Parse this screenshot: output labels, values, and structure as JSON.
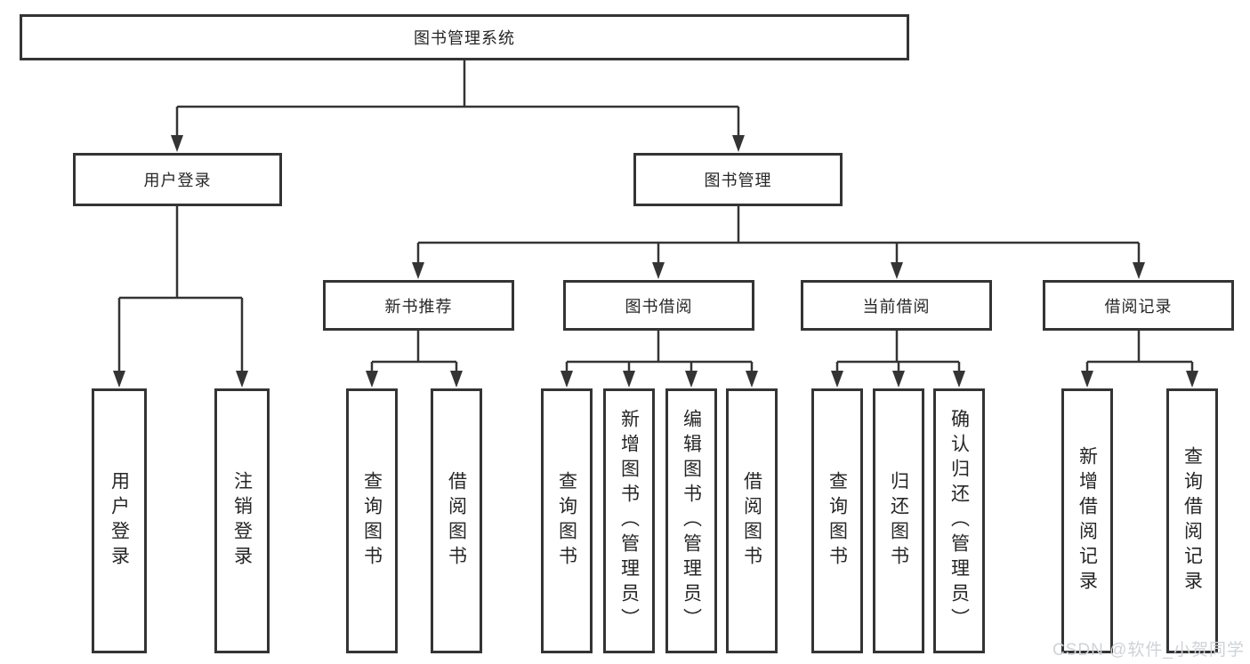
{
  "diagram_title": "图书管理系统",
  "colors": {
    "line": "#343434",
    "border": "#343434",
    "text": "#262626",
    "background": "#ffffff",
    "watermark": "#cfd2d8"
  },
  "tree": {
    "root": {
      "label": "图书管理系统"
    },
    "branches": [
      {
        "label": "用户登录",
        "leaves": [
          {
            "label": "用户登录"
          },
          {
            "label": "注销登录"
          }
        ]
      },
      {
        "label": "图书管理",
        "children": [
          {
            "label": "新书推荐",
            "leaves": [
              {
                "label": "查询图书"
              },
              {
                "label": "借阅图书"
              }
            ]
          },
          {
            "label": "图书借阅",
            "leaves": [
              {
                "label": "查询图书"
              },
              {
                "label": "新增图书（管理员）"
              },
              {
                "label": "编辑图书（管理员）"
              },
              {
                "label": "借阅图书"
              }
            ]
          },
          {
            "label": "当前借阅",
            "leaves": [
              {
                "label": "查询图书"
              },
              {
                "label": "归还图书"
              },
              {
                "label": "确认归还（管理员）"
              }
            ]
          },
          {
            "label": "借阅记录",
            "leaves": [
              {
                "label": "新增借阅记录"
              },
              {
                "label": "查询借阅记录"
              }
            ]
          }
        ]
      }
    ]
  },
  "watermark": {
    "text": "CSDN @软件_小贺同学"
  }
}
